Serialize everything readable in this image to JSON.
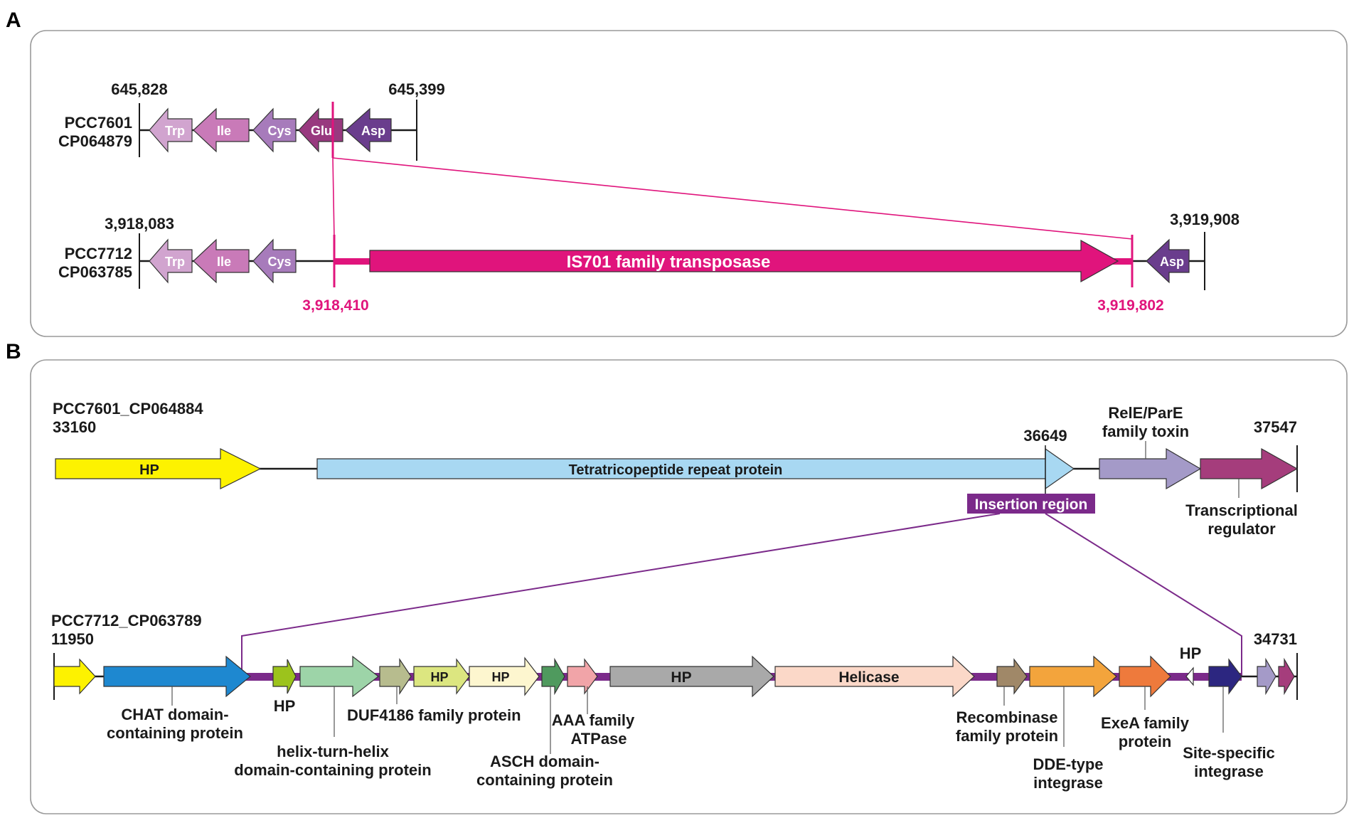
{
  "panels": {
    "a": {
      "letter": "A",
      "top": {
        "strain": "PCC7601",
        "accession": "CP064879",
        "coord_left": "645,828",
        "coord_right": "645,399",
        "genes": [
          {
            "label": "Trp",
            "color": "#d1a4cf"
          },
          {
            "label": "Ile",
            "color": "#c97ab8"
          },
          {
            "label": "Cys",
            "color": "#a77bbb"
          },
          {
            "label": "Glu",
            "color": "#98397f"
          },
          {
            "label": "Asp",
            "color": "#6a3d8d"
          }
        ]
      },
      "bottom": {
        "strain": "PCC7712",
        "accession": "CP063785",
        "coord_left": "3,918,083",
        "coord_right": "3,919,908",
        "genes": [
          {
            "label": "Trp",
            "color": "#d1a4cf"
          },
          {
            "label": "Ile",
            "color": "#c97ab8"
          },
          {
            "label": "Cys",
            "color": "#a77bbb"
          },
          {
            "label": "Asp",
            "color": "#6a3d8d"
          }
        ],
        "transposase": {
          "label": "IS701 family transposase",
          "color": "#e0147c"
        },
        "insert_start": "3,918,410",
        "insert_end": "3,919,802"
      }
    },
    "b": {
      "letter": "B",
      "top": {
        "name": "PCC7601_CP064884",
        "coord_start": "33160",
        "coord_insert": "36649",
        "coord_end": "37547",
        "genes": [
          {
            "label": "HP",
            "color": "#fdf200"
          },
          {
            "label": "Tetratricopeptide repeat protein",
            "color": "#a8d8f2"
          },
          {
            "label": "",
            "color": "#a49ac8"
          },
          {
            "label": "",
            "color": "#a53d7c"
          }
        ],
        "callouts": {
          "toxin_line1": "RelE/ParE",
          "toxin_line2": "family toxin",
          "regulator_line1": "Transcriptional",
          "regulator_line2": "regulator"
        },
        "insertion_label": "Insertion region",
        "insertion_color": "#7b2a8a"
      },
      "bottom": {
        "name": "PCC7712_CP063789",
        "coord_start": "11950",
        "coord_end": "34731",
        "genes": [
          {
            "label": "",
            "color": "#fdf200"
          },
          {
            "label": "",
            "color": "#1e88d0"
          },
          {
            "label": "",
            "color": "#9cc31c"
          },
          {
            "label": "",
            "color": "#9dd4a8"
          },
          {
            "label": "",
            "color": "#b7bc8e"
          },
          {
            "label": "HP",
            "color": "#dce680"
          },
          {
            "label": "HP",
            "color": "#fdf6cf"
          },
          {
            "label": "",
            "color": "#4f9a5e"
          },
          {
            "label": "",
            "color": "#f1a4a8"
          },
          {
            "label": "HP",
            "color": "#a9a9a9"
          },
          {
            "label": "Helicase",
            "color": "#fbd8c8"
          },
          {
            "label": "",
            "color": "#a08868"
          },
          {
            "label": "",
            "color": "#f3a43c"
          },
          {
            "label": "",
            "color": "#ee7a3c"
          },
          {
            "label": "",
            "color": "#ffffff"
          },
          {
            "label": "",
            "color": "#2c2680"
          },
          {
            "label": "",
            "color": "#a49ac8"
          },
          {
            "label": "",
            "color": "#a53d7c"
          }
        ],
        "small_hp_label": "HP",
        "callouts": {
          "chat_line1": "CHAT domain-",
          "chat_line2": "containing protein",
          "hp_below": "HP",
          "hth_line1": "helix-turn-helix",
          "hth_line2": "domain-containing protein",
          "duf": "DUF4186 family protein",
          "asch_line1": "ASCH domain-",
          "asch_line2": "containing protein",
          "aaa_line1": "AAA family",
          "aaa_line2": "ATPase",
          "recomb_line1": "Recombinase",
          "recomb_line2": "family protein",
          "dde_line1": "DDE-type",
          "dde_line2": "integrase",
          "exea_line1": "ExeA family",
          "exea_line2": "protein",
          "site_line1": "Site-specific",
          "site_line2": "integrase"
        }
      }
    }
  }
}
